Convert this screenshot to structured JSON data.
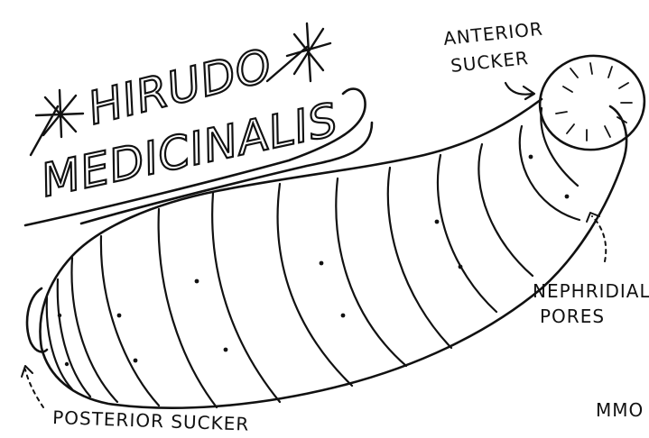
{
  "title": {
    "line1": "HIRUDO",
    "line2": "MEDICINALIS"
  },
  "labels": {
    "anterior_sucker": [
      "ANTERIOR",
      "SUCKER"
    ],
    "nephridial_pores": [
      "NEPHRIDIAL",
      "PORES"
    ],
    "posterior_sucker": "POSTERIOR SUCKER",
    "signature": "MMO"
  },
  "colors": {
    "ink": "#111111",
    "paper": "#ffffff"
  }
}
